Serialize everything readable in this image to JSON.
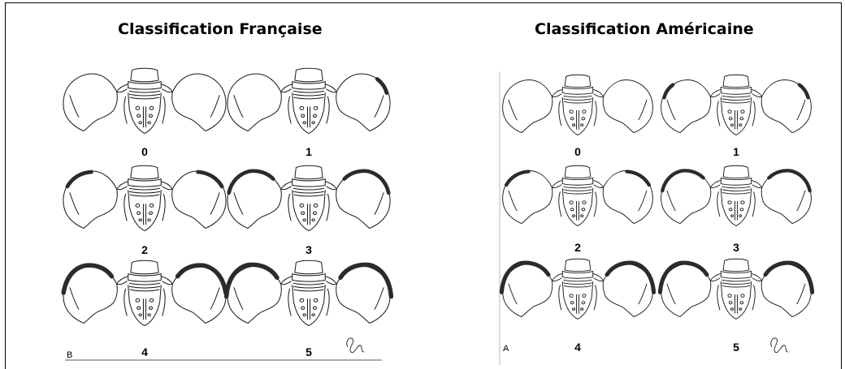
{
  "panels": {
    "french": {
      "title": "Classification Française",
      "corner_letter": "B",
      "grades": [
        "0",
        "1",
        "2",
        "3",
        "4",
        "5"
      ]
    },
    "american": {
      "title": "Classification Américaine",
      "corner_letter": "A",
      "grades": [
        "0",
        "1",
        "2",
        "3",
        "4",
        "5"
      ]
    }
  },
  "colors": {
    "line": "#1a1a1a",
    "ossification": "#2b2b2b",
    "background": "#ffffff"
  }
}
